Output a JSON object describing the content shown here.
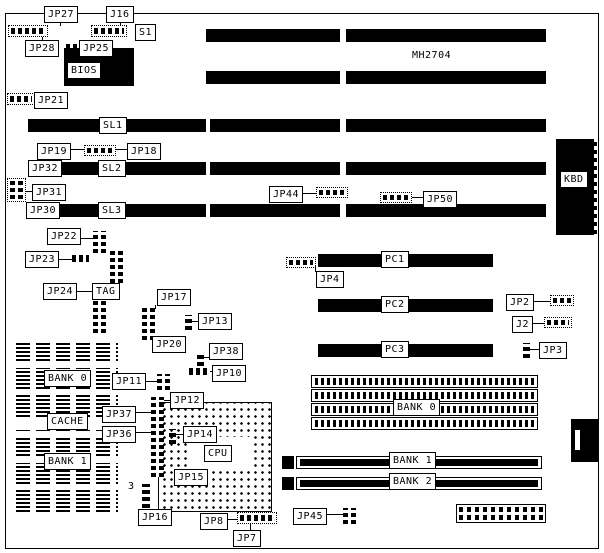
{
  "labels": {
    "jp27": "JP27",
    "j16": "J16",
    "s1": "S1",
    "jp28": "JP28",
    "jp25": "JP25",
    "bios": "BIOS",
    "jp21": "JP21",
    "mh2704": "MH2704",
    "sl1": "SL1",
    "jp19": "JP19",
    "jp18": "JP18",
    "jp32": "JP32",
    "sl2": "SL2",
    "jp31": "JP31",
    "jp30": "JP30",
    "sl3": "SL3",
    "jp44": "JP44",
    "jp50": "JP50",
    "kbd": "KBD",
    "jp22": "JP22",
    "jp23": "JP23",
    "jp24": "JP24",
    "tag": "TAG",
    "jp17": "JP17",
    "jp13": "JP13",
    "jp20": "JP20",
    "jp38": "JP38",
    "jp10": "JP10",
    "bank0_left": "BANK 0",
    "jp11": "JP11",
    "jp12": "JP12",
    "jp37": "JP37",
    "cache": "CACHE",
    "jp36": "JP36",
    "jp14": "JP14",
    "cpu": "CPU",
    "bank1_left": "BANK 1",
    "jp15": "JP15",
    "pin3": "3",
    "jp16": "JP16",
    "jp8": "JP8",
    "jp7": "JP7",
    "jp45": "JP45",
    "jp4": "JP4",
    "pc1": "PC1",
    "pc2": "PC2",
    "pc3": "PC3",
    "jp2": "JP2",
    "j2": "J2",
    "jp3": "JP3",
    "bank0_right": "BANK 0",
    "bank1_right": "BANK 1",
    "bank2_right": "BANK 2"
  }
}
